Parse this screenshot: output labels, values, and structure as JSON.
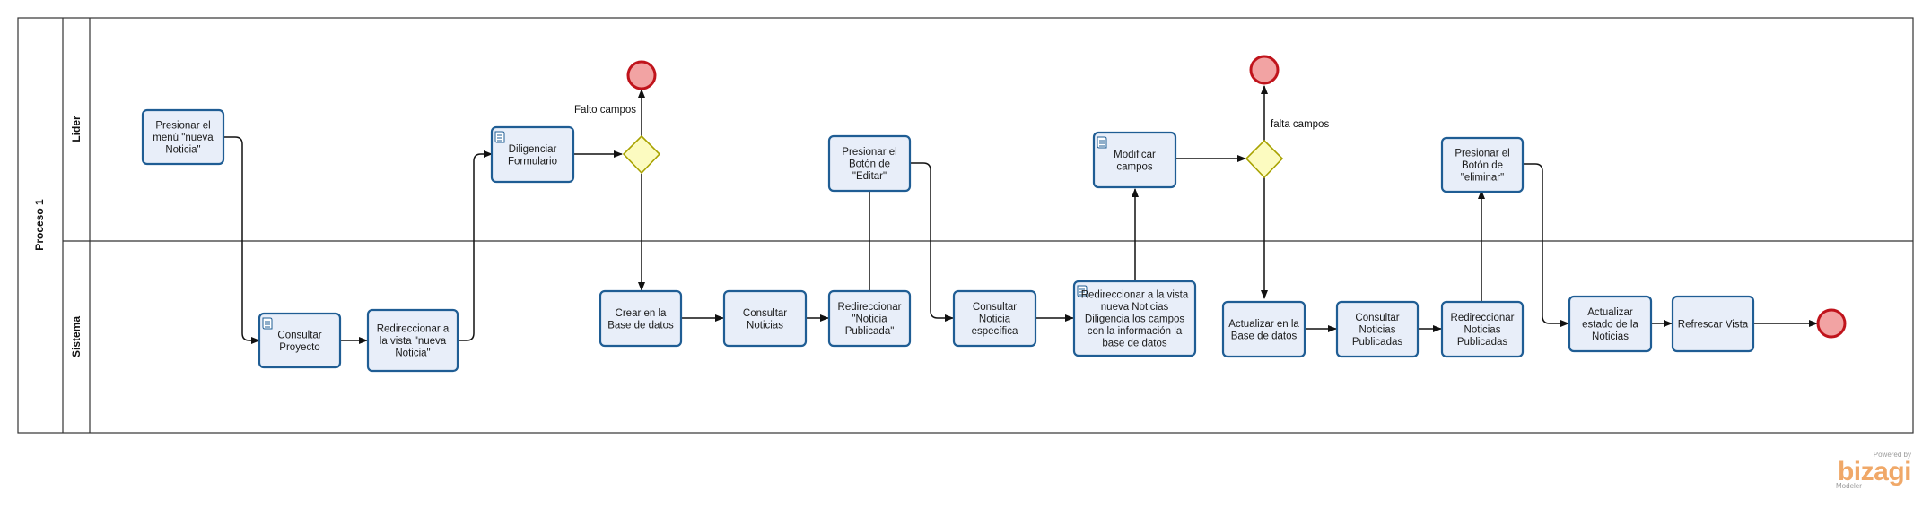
{
  "pool": {
    "title": "Proceso 1"
  },
  "lanes": [
    {
      "id": "lider",
      "label": "Lider"
    },
    {
      "id": "sistema",
      "label": "Sistema"
    }
  ],
  "tasks": [
    {
      "id": "t1",
      "lines": [
        "Presionar el",
        "menú \"nueva",
        "Noticia\""
      ],
      "script": false
    },
    {
      "id": "t2",
      "lines": [
        "Consultar",
        "Proyecto"
      ],
      "script": true
    },
    {
      "id": "t3",
      "lines": [
        "Redireccionar a",
        "la vista \"nueva",
        "Noticia\""
      ],
      "script": false
    },
    {
      "id": "t4",
      "lines": [
        "Diligenciar",
        "Formulario"
      ],
      "script": true
    },
    {
      "id": "t5",
      "lines": [
        "Crear en la",
        "Base de datos"
      ],
      "script": false
    },
    {
      "id": "t6",
      "lines": [
        "Consultar",
        "Noticias"
      ],
      "script": false
    },
    {
      "id": "t7",
      "lines": [
        "Redireccionar",
        "\"Noticia",
        "Publicada\""
      ],
      "script": false
    },
    {
      "id": "t8",
      "lines": [
        "Presionar el",
        "Botón de",
        "\"Editar\""
      ],
      "script": false
    },
    {
      "id": "t9",
      "lines": [
        "Consultar",
        "Noticia",
        "específica"
      ],
      "script": false
    },
    {
      "id": "t10",
      "lines": [
        "Redireccionar a la vista",
        "nueva Noticias",
        "Diligencia los campos",
        "con la información la",
        "base de datos"
      ],
      "script": true
    },
    {
      "id": "t11",
      "lines": [
        "Modificar",
        "campos"
      ],
      "script": true
    },
    {
      "id": "t12",
      "lines": [
        "Actualizar en la",
        "Base de datos"
      ],
      "script": false
    },
    {
      "id": "t13",
      "lines": [
        "Consultar",
        "Noticias",
        "Publicadas"
      ],
      "script": false
    },
    {
      "id": "t14",
      "lines": [
        "Redireccionar",
        "Noticias",
        "Publicadas"
      ],
      "script": false
    },
    {
      "id": "t15",
      "lines": [
        "Presionar el",
        "Botón de",
        "\"eliminar\""
      ],
      "script": false
    },
    {
      "id": "t16",
      "lines": [
        "Actualizar",
        "estado de la",
        "Noticias"
      ],
      "script": false
    },
    {
      "id": "t17",
      "lines": [
        "Refrescar Vista"
      ],
      "script": false
    }
  ],
  "gateways": [
    {
      "id": "g1",
      "label": "Falto campos"
    },
    {
      "id": "g2",
      "label": "falta campos"
    }
  ],
  "end_events": [
    "e1",
    "e2",
    "e3"
  ],
  "branding": {
    "small": "Powered by",
    "name": "bizagi",
    "product": "Modeler"
  },
  "colors": {
    "task_fill": "#e8eef9",
    "task_stroke": "#1f5d94",
    "end_fill": "#f2a3a3",
    "end_stroke": "#c0141c",
    "gateway_fill": "#fcfbc0",
    "gateway_stroke": "#a8a200"
  }
}
